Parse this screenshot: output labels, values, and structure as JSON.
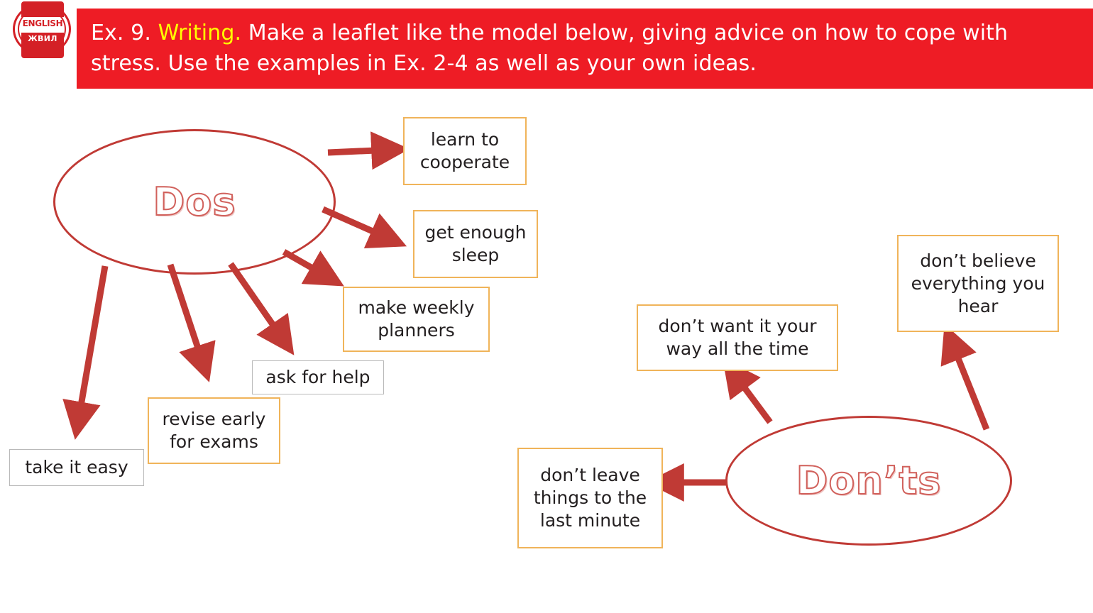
{
  "header": {
    "prefix": "Ex. 9. ",
    "highlight": "Writing.",
    "rest": " Make a leaflet like the model below, giving advice on how to cope with stress. Use the examples in Ex. 2-4 as well as your own ideas.",
    "highlight_color": "#FFFF00",
    "background_color": "#EE1C25",
    "text_color": "#FFFFFF"
  },
  "logo": {
    "top_label": "ENGLISH",
    "band_label": "ENGLISH",
    "bottom_label": "ЖВИЛ"
  },
  "diagram": {
    "accent_color": "#C03A35",
    "note_border_color": "#F0B45A",
    "nodes": [
      {
        "id": "dos",
        "label": "Dos"
      },
      {
        "id": "donts",
        "label": "Don’ts"
      }
    ],
    "dos_items": [
      {
        "id": "learn",
        "text": "learn to cooperate"
      },
      {
        "id": "sleep",
        "text": "get enough sleep"
      },
      {
        "id": "planners",
        "text": "make weekly planners"
      },
      {
        "id": "ask",
        "text": "ask for help"
      },
      {
        "id": "revise",
        "text": "revise early for exams"
      },
      {
        "id": "easy",
        "text": "take it easy"
      }
    ],
    "donts_items": [
      {
        "id": "wantitway",
        "text": "don’t want it your way all the time"
      },
      {
        "id": "believe",
        "text": "don’t believe everything you hear"
      },
      {
        "id": "lastmin",
        "text": "don’t leave things to the last minute"
      }
    ]
  }
}
